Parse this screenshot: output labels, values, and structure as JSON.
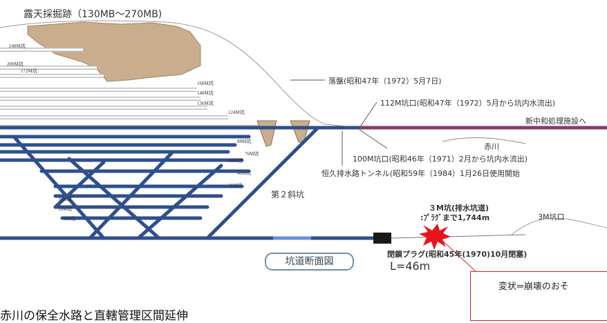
{
  "title": "露天採掘跡（130MB～270MB)",
  "levels_left": [
    "248M坑",
    "200M坑",
    "172M坑",
    "160M坑",
    "148M坑",
    "136M坑",
    "124M坑"
  ],
  "levels_lower": [
    "88M坑",
    "76M坑",
    "66M坑",
    "48M坑",
    "36M坑",
    "30M坑",
    "18M坑",
    "6M坑"
  ],
  "labels": {
    "rakuban": "落盤(昭和47年（1972）5月7日)",
    "m112": "112M坑口(昭和47年（1972）5月から坑内水流出)",
    "shin_chuwa": "新中和処理施設へ",
    "akagawa": "赤川",
    "m100": "100M坑口(昭和46年（1971）2月から坑内水流出)",
    "tunnel": "恒久排水路トンネル(昭和59年（1984）1月26日使用開始",
    "shaft2": "第２斜坑",
    "m3_title": "３M坑(排水坑道)",
    "m3_sub": ":ﾌﾟﾗｸﾞまで1,744m",
    "m3_mouth": "3M坑口",
    "plug": "閉鎖プラグ(昭和45年(1970)10月閉塞)",
    "length": "L=46m",
    "caption": "坑道断面図",
    "callout": "変状⇒崩壊のおそ",
    "bottom": "赤川の保全水路と直轄管理区間延伸"
  },
  "colors": {
    "shaft_blue": "#2e4f8e",
    "excavation_brown": "#c9ad8c",
    "pipe_purple": "#8a3a6a",
    "alert_red": "#e8141c",
    "callout_red": "#d62020"
  }
}
